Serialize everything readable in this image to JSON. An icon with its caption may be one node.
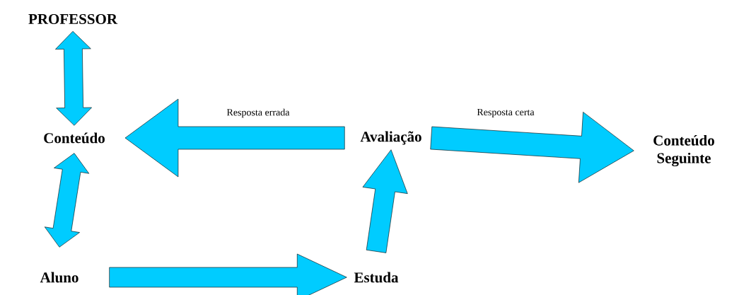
{
  "diagram": {
    "nodes": [
      {
        "text": [
          "PROFESSOR"
        ]
      },
      {
        "text": [
          "Conteúdo"
        ]
      },
      {
        "text": [
          "Avaliação"
        ]
      },
      {
        "text": [
          "Conteúdo Seguinte"
        ]
      },
      {
        "text": [
          "Aluno"
        ]
      },
      {
        "text": [
          "Estuda"
        ]
      }
    ],
    "edges": [
      {
        "from": 0,
        "to": 1,
        "arrow": "both"
      },
      {
        "from": 1,
        "to": 4,
        "arrow": "both"
      },
      {
        "from": 2,
        "to": 1,
        "arrow": "to",
        "label": "Resposta errada"
      },
      {
        "from": 2,
        "to": 3,
        "arrow": "to",
        "label": "Resposta certa"
      },
      {
        "from": 4,
        "to": 5,
        "arrow": "to"
      },
      {
        "from": 5,
        "to": 2,
        "arrow": "to"
      }
    ]
  }
}
